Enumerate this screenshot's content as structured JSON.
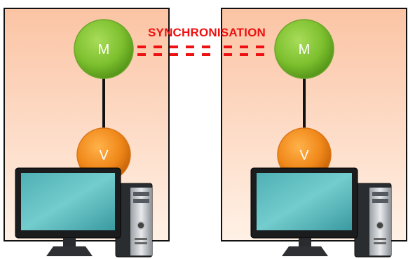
{
  "sync_label": "SYNCHRONISATION",
  "colors": {
    "panel_gradient_start": "#fbc4a4",
    "panel_gradient_end": "#fff1e6",
    "model_node": "#7dc02e",
    "view_node": "#f0881a",
    "sync_dash": "#ee1111",
    "connector": "#111111"
  },
  "panels": [
    {
      "id": "left",
      "model": {
        "letter": "M"
      },
      "view": {
        "letter": "V"
      },
      "computer": {
        "icon": "desktop-computer-icon"
      }
    },
    {
      "id": "right",
      "model": {
        "letter": "M"
      },
      "view": {
        "letter": "V"
      },
      "computer": {
        "icon": "desktop-computer-icon"
      }
    }
  ]
}
